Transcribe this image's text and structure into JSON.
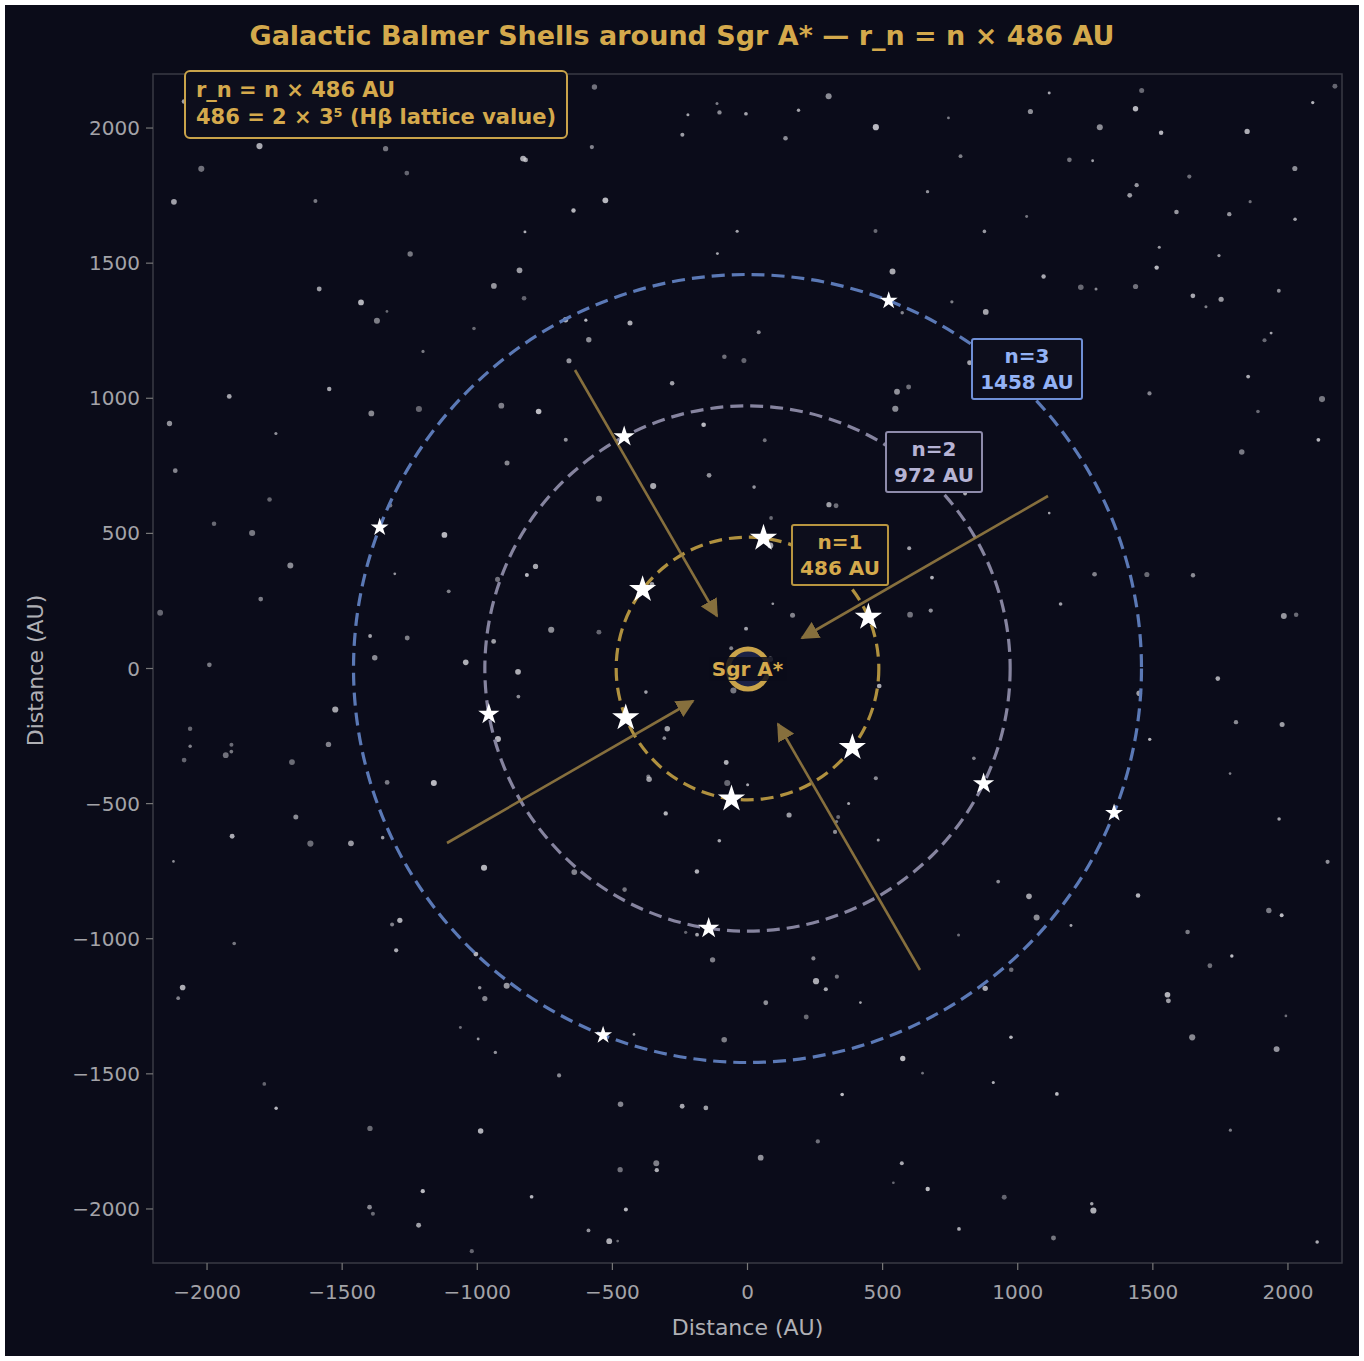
{
  "diagram": {
    "title": "Galactic Balmer Shells around Sgr A* — r_n = n × 486 AU",
    "nodes": [
      {
        "text": [
          "r_n = n × 486 AU",
          "486 = 2 × 3⁵ (Hβ lattice value)"
        ]
      },
      {
        "text": [
          "n=3",
          "1458 AU"
        ]
      },
      {
        "text": [
          "n=2",
          "972 AU"
        ]
      },
      {
        "text": [
          "n=1",
          "486 AU"
        ]
      },
      {
        "text": [
          "Sgr A*"
        ]
      }
    ],
    "labels": [
      "−2000",
      "−1500",
      "−1000",
      "−500",
      "0",
      "500",
      "1000",
      "1500",
      "2000",
      "2000",
      "1500",
      "1000",
      "500",
      "0",
      "−500",
      "−1000",
      "−1500",
      "−2000",
      "Distance (AU)",
      "Distance (AU)"
    ]
  }
}
